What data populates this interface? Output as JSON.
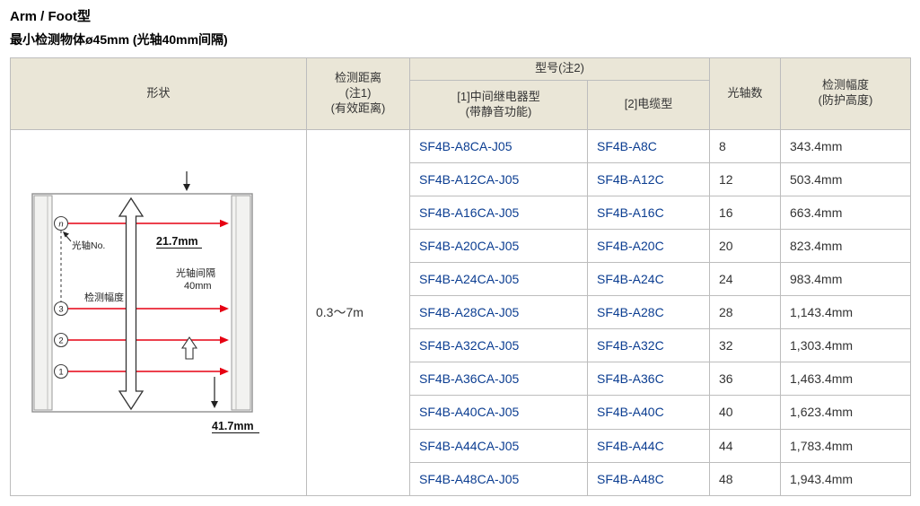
{
  "page": {
    "title": "Arm / Foot型",
    "subtitle": "最小检测物体ø45mm (光轴40mm间隔)"
  },
  "table": {
    "headers": {
      "shape": "形状",
      "distance": [
        "检测距离",
        "(注1)",
        "(有效距离)"
      ],
      "model_group": "型号(注2)",
      "model_relay": [
        "[1]中间继电器型",
        "(带静音功能)"
      ],
      "model_cable": "[2]电缆型",
      "beams": "光轴数",
      "width": [
        "检测幅度",
        "(防护高度)"
      ]
    },
    "distance_value": "0.3～7m",
    "rows": [
      {
        "relay": "SF4B-A8CA-J05",
        "cable": "SF4B-A8C",
        "beams": "8",
        "width": "343.4mm"
      },
      {
        "relay": "SF4B-A12CA-J05",
        "cable": "SF4B-A12C",
        "beams": "12",
        "width": "503.4mm"
      },
      {
        "relay": "SF4B-A16CA-J05",
        "cable": "SF4B-A16C",
        "beams": "16",
        "width": "663.4mm"
      },
      {
        "relay": "SF4B-A20CA-J05",
        "cable": "SF4B-A20C",
        "beams": "20",
        "width": "823.4mm"
      },
      {
        "relay": "SF4B-A24CA-J05",
        "cable": "SF4B-A24C",
        "beams": "24",
        "width": "983.4mm"
      },
      {
        "relay": "SF4B-A28CA-J05",
        "cable": "SF4B-A28C",
        "beams": "28",
        "width": "1,143.4mm"
      },
      {
        "relay": "SF4B-A32CA-J05",
        "cable": "SF4B-A32C",
        "beams": "32",
        "width": "1,303.4mm"
      },
      {
        "relay": "SF4B-A36CA-J05",
        "cable": "SF4B-A36C",
        "beams": "36",
        "width": "1,463.4mm"
      },
      {
        "relay": "SF4B-A40CA-J05",
        "cable": "SF4B-A40C",
        "beams": "40",
        "width": "1,623.4mm"
      },
      {
        "relay": "SF4B-A44CA-J05",
        "cable": "SF4B-A44C",
        "beams": "44",
        "width": "1,783.4mm"
      },
      {
        "relay": "SF4B-A48CA-J05",
        "cable": "SF4B-A48C",
        "beams": "48",
        "width": "1,943.4mm"
      }
    ]
  },
  "diagram": {
    "beam_no_label": "光轴No.",
    "top_pitch": "21.7mm",
    "axis_pitch_line1": "光轴间隔",
    "axis_pitch_line2": "40mm",
    "detection_width_label": "检测幅度",
    "bottom_pitch": "41.7mm",
    "beam_numbers": [
      "n",
      "3",
      "2",
      "1"
    ]
  },
  "colors": {
    "header_bg": "#eae6d7",
    "model_link_blue": "#0b3d91",
    "beam_red": "#e60012",
    "table_border": "#bdbdbd"
  }
}
